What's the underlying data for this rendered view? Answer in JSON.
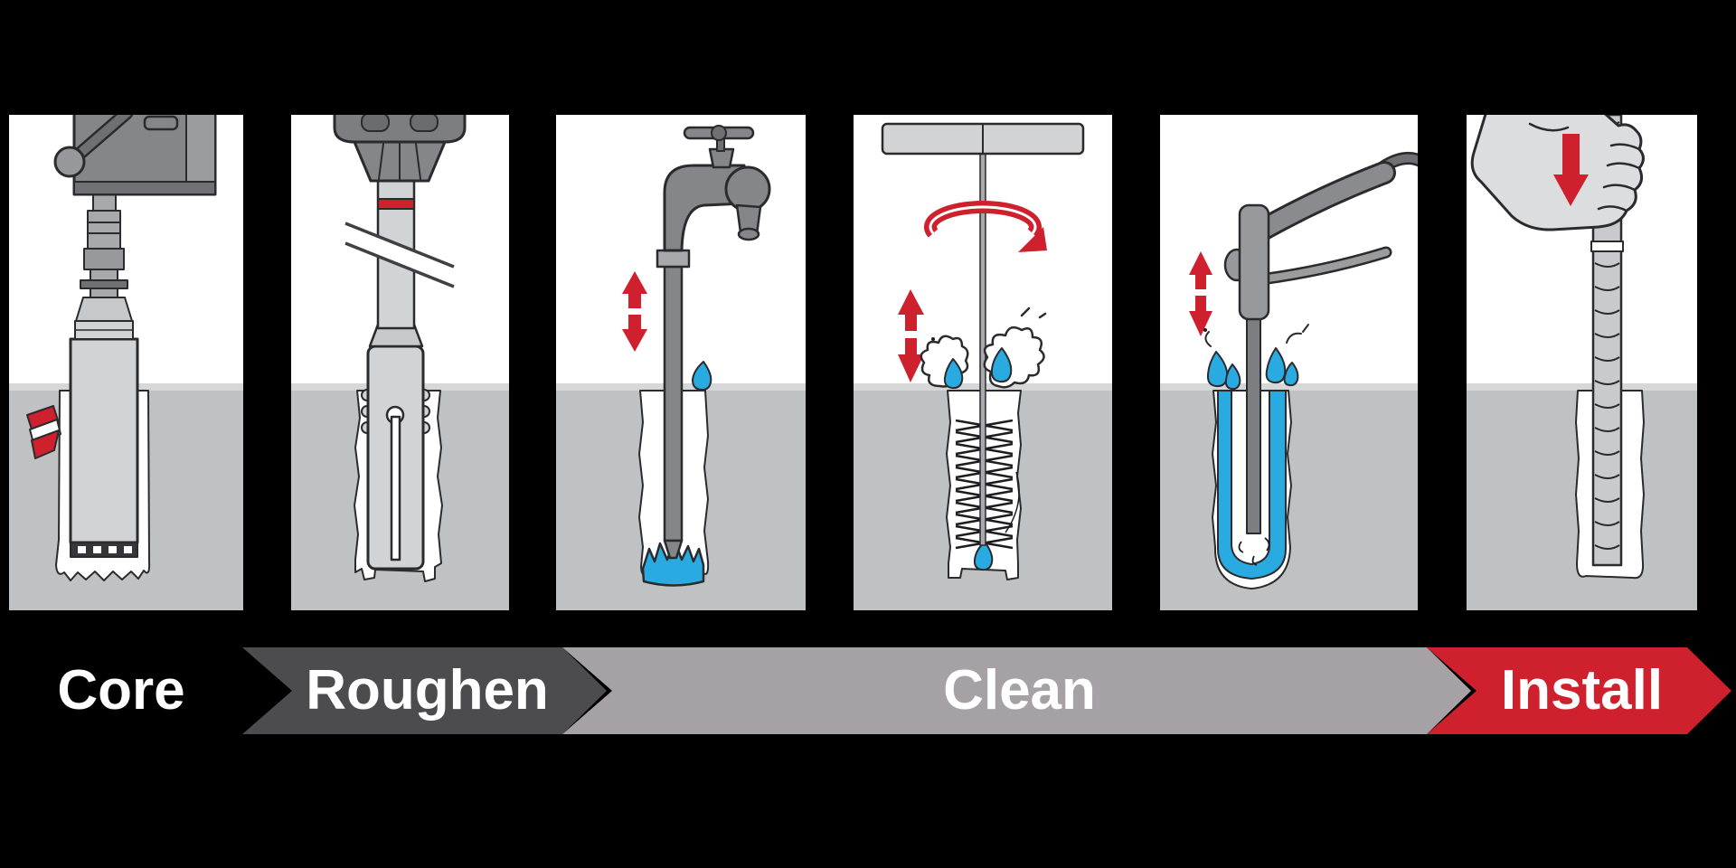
{
  "title": "Anchor hole preparation and installation steps",
  "process_bar": {
    "steps": [
      {
        "id": "core",
        "label": "Core"
      },
      {
        "id": "roughen",
        "label": "Roughen"
      },
      {
        "id": "clean",
        "label": "Clean"
      },
      {
        "id": "install",
        "label": "Install"
      }
    ]
  },
  "panels": [
    {
      "id": "core-drill",
      "name": "Core drilling the hole with a core bit"
    },
    {
      "id": "roughen-tool",
      "name": "Roughening the cored hole wall with a roughening tool"
    },
    {
      "id": "water-flush",
      "name": "Flushing the hole with water from a tap"
    },
    {
      "id": "brush-clean",
      "name": "Scrubbing the hole with a steel brush on a T-handle"
    },
    {
      "id": "blow-out",
      "name": "Blowing out the hole with a hand air pump"
    },
    {
      "id": "install-rebar",
      "name": "Inserting the rebar by hand"
    }
  ],
  "icons": {
    "up_down_arrow": "move tool up and down",
    "rotation_arrow": "rotate tool",
    "down_arrow": "push rebar down",
    "drill_flute": "core drilling symbol",
    "water_drop": "water",
    "depth_band": "drilling depth mark"
  },
  "colors": {
    "c-red": "#cf202e",
    "c-blue": "#29abe2",
    "c-concrete": "#bfc1c3",
    "c-concrete-light": "#d6d7d9",
    "c-dark-arrow": "#4c4c4f",
    "c-clean-arrow": "#a5a1a4",
    "c-ink": "#2b2b2e",
    "c-machine": "#85868a",
    "c-machine-dark": "#6f7073",
    "c-mid": "#a7a9ac",
    "c-steel": "#d1d3d4",
    "c-hand": "#dcddde"
  }
}
